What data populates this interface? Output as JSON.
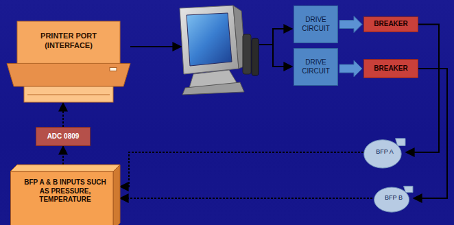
{
  "diagram": {
    "nodes": [
      {
        "text": [
          "PRINTER PORT (INTERFACE)"
        ]
      },
      {
        "text": [
          "DRIVE CIRCUIT"
        ]
      },
      {
        "text": [
          "BREAKER"
        ]
      },
      {
        "text": [
          "DRIVE CIRCUIT"
        ]
      },
      {
        "text": [
          "BREAKER"
        ]
      },
      {
        "text": [
          "ADC 0809"
        ]
      },
      {
        "text": [
          "BFP A"
        ]
      },
      {
        "text": [
          "BFP B"
        ]
      },
      {
        "text": [
          "BFP A & B INPUTS SUCH AS PRESSURE, TEMPERATURE"
        ]
      }
    ],
    "edges": [
      {
        "from": 1,
        "to": 2,
        "arrow": "to"
      },
      {
        "from": 3,
        "to": 4,
        "arrow": "to"
      },
      {
        "from": 2,
        "to": 6,
        "arrow": "to"
      },
      {
        "from": 4,
        "to": 7,
        "arrow": "to"
      },
      {
        "from": 6,
        "to": 8,
        "arrow": "to"
      },
      {
        "from": 7,
        "to": 8,
        "arrow": "to"
      },
      {
        "from": 8,
        "to": 5,
        "arrow": "to"
      },
      {
        "from": 5,
        "to": 0,
        "arrow": "to"
      }
    ]
  }
}
